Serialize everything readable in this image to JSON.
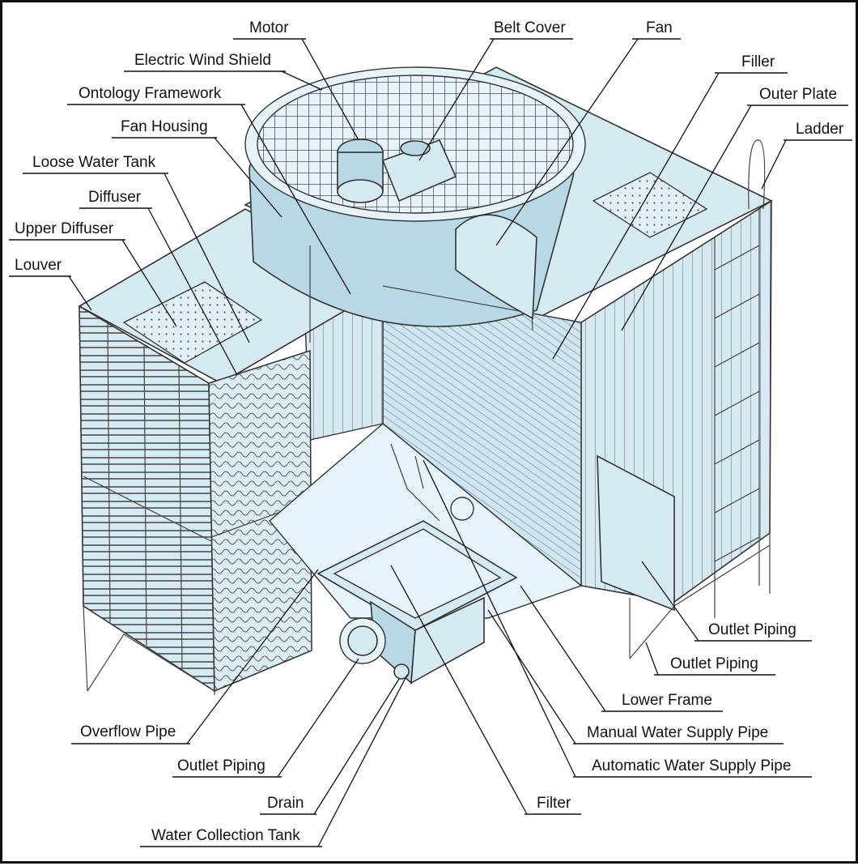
{
  "diagram": {
    "labels": [
      "Motor",
      "Belt Cover",
      "Fan",
      "Electric Wind Shield",
      "Filler",
      "Ontology Framework",
      "Outer Plate",
      "Fan Housing",
      "Ladder",
      "Loose Water Tank",
      "Diffuser",
      "Upper Diffuser",
      "Louver",
      "Outlet Piping",
      "Outlet Piping",
      "Lower Frame",
      "Overflow Pipe",
      "Manual Water Supply Pipe",
      "Outlet Piping",
      "Automatic Water Supply Pipe",
      "Drain",
      "Filter",
      "Water Collection Tank"
    ]
  },
  "colors": {
    "body": "#d6eaf3",
    "shade": "#b9d8e6",
    "line": "#333333",
    "text": "#111111"
  }
}
